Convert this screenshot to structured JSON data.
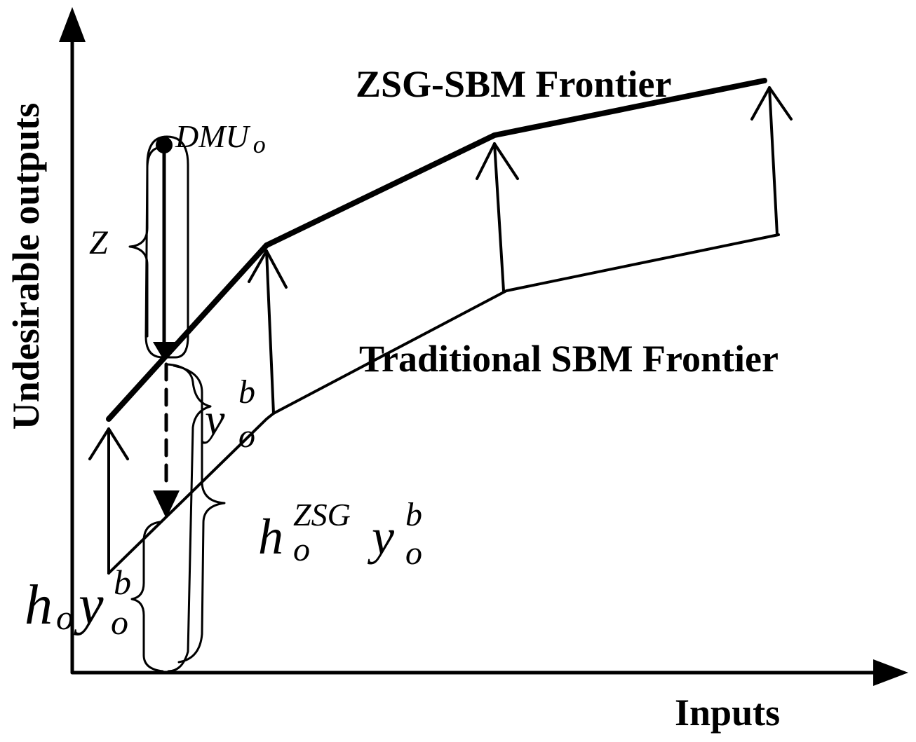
{
  "axes": {
    "x_label": "Inputs",
    "y_label": "Undesirable outputs"
  },
  "frontiers": {
    "zsg_label": "ZSG-SBM Frontier",
    "traditional_label": "Traditional SBM Frontier"
  },
  "annotations": {
    "dmu": {
      "main": "DMU",
      "sub": "o"
    },
    "z": "Z",
    "y_ob": {
      "base": "y",
      "sup": "b",
      "sub": "o"
    },
    "h_zsg_y": {
      "h": "h",
      "h_sub": "o",
      "h_sup": "ZSG",
      "y": "y",
      "y_sup": "b",
      "y_sub": "o"
    },
    "h_o_y": {
      "h": "h",
      "h_sub": "o",
      "y": "y",
      "y_sup": "b",
      "y_sub": "o"
    }
  }
}
